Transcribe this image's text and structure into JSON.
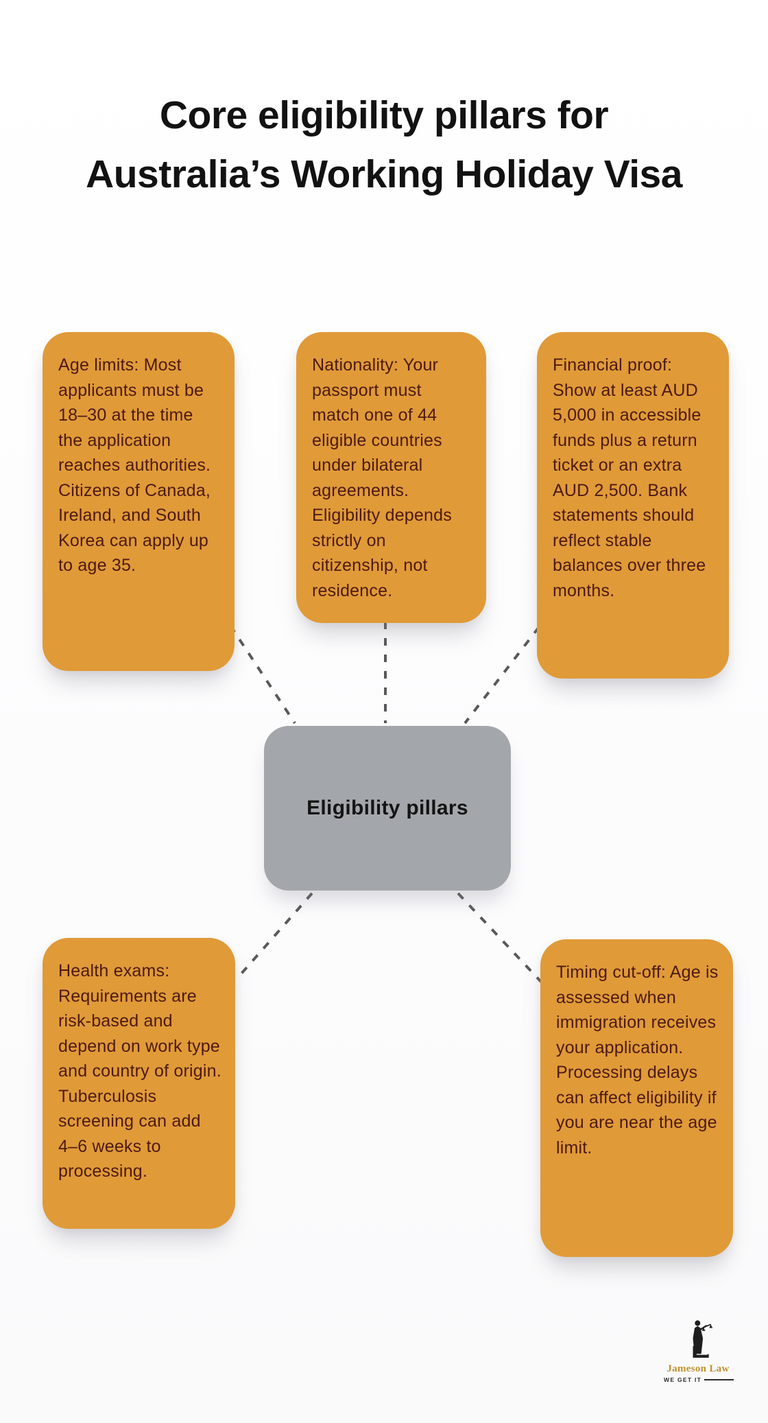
{
  "title": "Core eligibility pillars for Australia’s Working Holiday Visa",
  "center": {
    "label": "Eligibility pillars"
  },
  "pillars": [
    {
      "id": "age-limits",
      "text": "Age limits: Most applicants must be 18–30 at the time the application reaches authorities. Citizens of Canada, Ireland, and South Korea can apply up to age 35."
    },
    {
      "id": "nationality",
      "text": "Nationality: Your passport must match one of 44 eligible countries under bilateral agreements. Eligibility depends strictly on citizenship, not residence."
    },
    {
      "id": "financial-proof",
      "text": "Financial proof: Show at least AUD 5,000 in accessible funds plus a return ticket or an extra AUD 2,500. Bank statements should reflect stable balances over three months."
    },
    {
      "id": "health-exams",
      "text": "Health exams: Requirements are risk-based and depend on work type and country of origin. Tuberculosis screening can add 4–6 weeks to processing."
    },
    {
      "id": "timing-cut-off",
      "text": "Timing cut-off: Age is assessed when immigration receives your application. Processing delays can affect eligibility if you are near the age limit."
    }
  ],
  "logo": {
    "name": "Jameson Law",
    "tagline": "WE GET IT"
  },
  "colors": {
    "pillar_bg": "#E09A38",
    "pillar_text": "#4D1A12",
    "center_bg": "#A3A7AB",
    "center_text": "#141414",
    "connector": "#595959",
    "logo_gold": "#C2922D",
    "logo_dark": "#1E1E1E"
  }
}
